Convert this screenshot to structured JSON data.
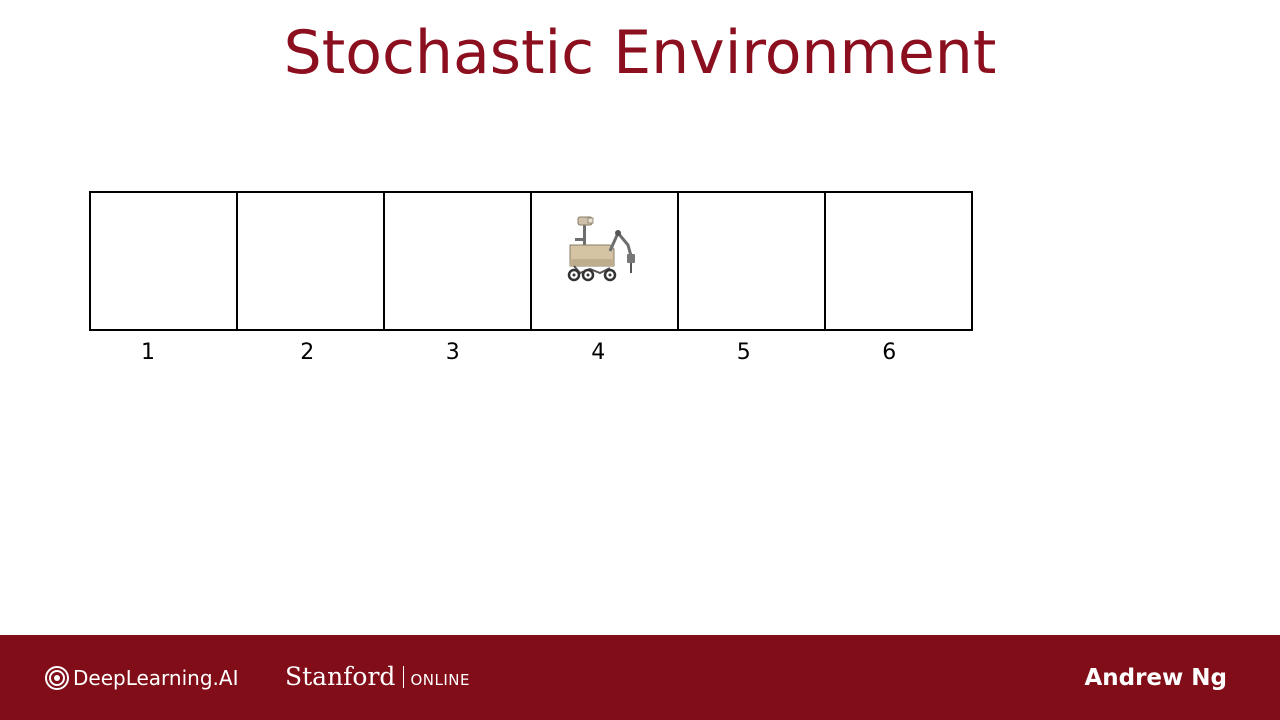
{
  "slide": {
    "title": "Stochastic Environment"
  },
  "states": [
    "1",
    "2",
    "3",
    "4",
    "5",
    "6"
  ],
  "rover_state": "4",
  "footer": {
    "brand_primary": "DeepLearning.AI",
    "brand_secondary": "Stanford",
    "brand_secondary_tag": "ONLINE",
    "author": "Andrew Ng",
    "background_color": "#800d17"
  },
  "colors": {
    "title": "#8b0f1e"
  }
}
